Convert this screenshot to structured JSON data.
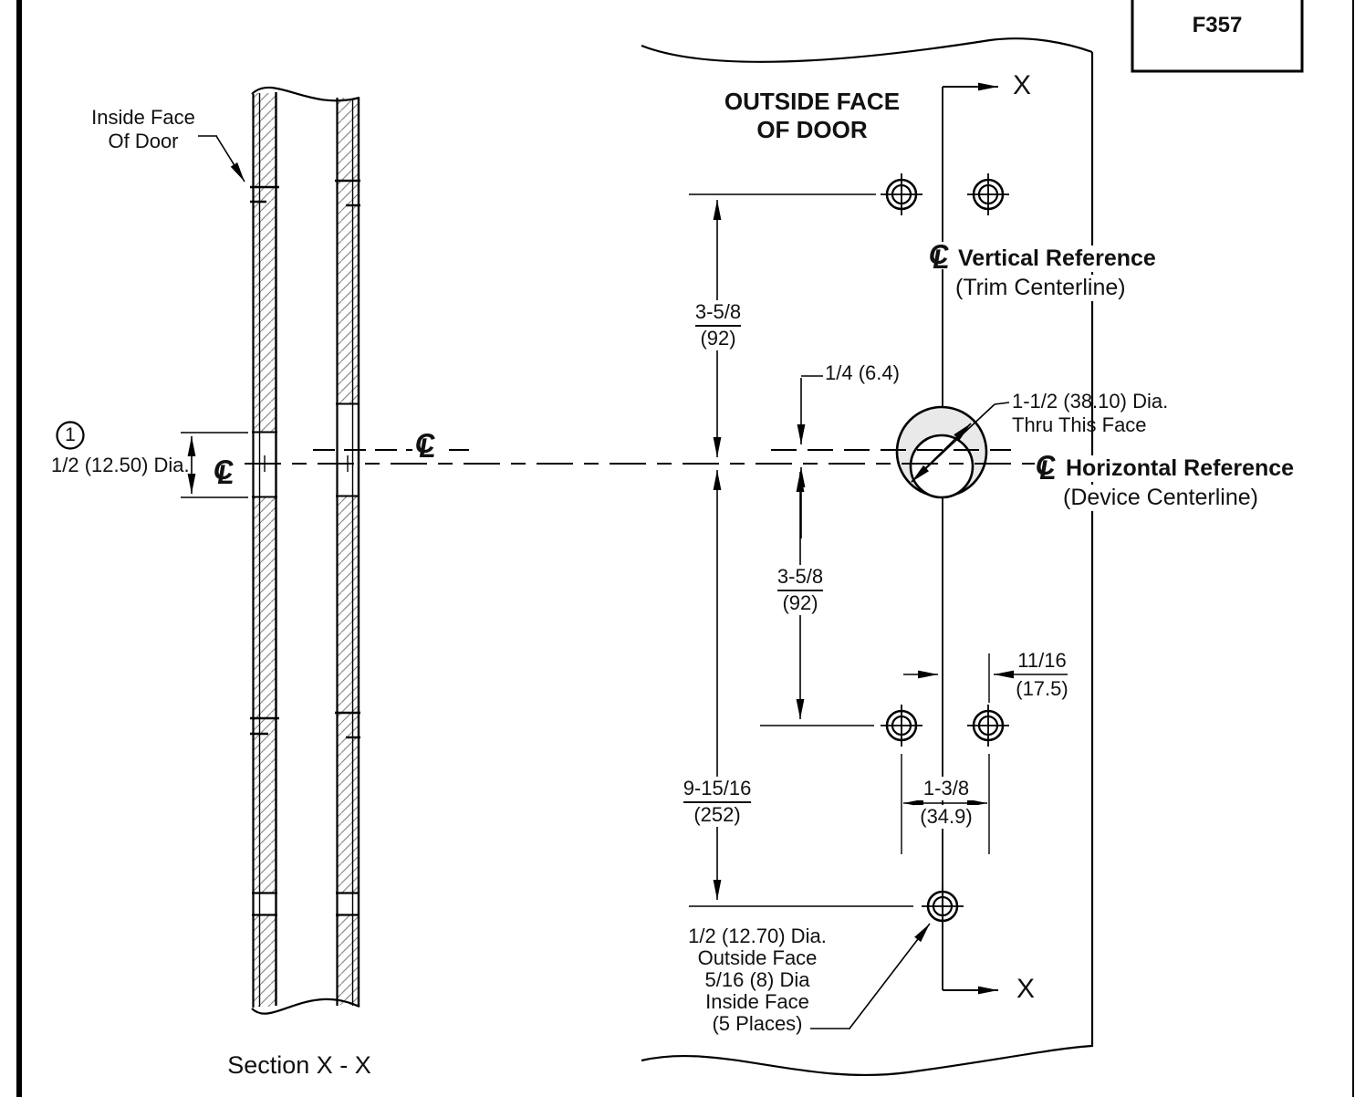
{
  "page": {
    "template_code": "F357"
  },
  "colors": {
    "device_hole_fill": "#e9e9e9",
    "line": "#000000"
  },
  "symbols": {
    "centerline_c": "C",
    "centerline_l": "L"
  },
  "section_view": {
    "title": "Section X - X",
    "inside_face_note": {
      "line1": "Inside Face",
      "line2": "Of Door"
    },
    "balloon_label": "1",
    "balloon_hole_callout": "1/2 (12.50) Dia."
  },
  "face_view": {
    "title": {
      "line1": "OUTSIDE FACE",
      "line2": "OF DOOR"
    },
    "x_axis_label_top": "X",
    "x_axis_label_bottom": "X",
    "vertical_reference": {
      "label": "Vertical Reference",
      "sublabel": "(Trim Centerline)"
    },
    "horizontal_reference": {
      "label": "Horizontal Reference",
      "sublabel": "(Device Centerline)"
    },
    "device_hole_callout": {
      "line1": "1-1/2 (38.10) Dia.",
      "line2": "Thru This Face"
    },
    "mounting_hole_note": {
      "line1": "1/2 (12.70) Dia.",
      "line2": "Outside Face",
      "line3": "5/16 (8) Dia",
      "line4": "Inside Face",
      "line5": "(5 Places)"
    }
  },
  "dimensions": {
    "top_spacing": {
      "inch": "3-5/8",
      "mm": "(92)"
    },
    "offset": "1/4 (6.4)",
    "mid_spacing": {
      "inch": "3-5/8",
      "mm": "(92)"
    },
    "lower_spacing": {
      "inch": "9-15/16",
      "mm": "(252)"
    },
    "horizontal_offset": {
      "inch": "11/16",
      "mm": "(17.5)"
    },
    "hole_spacing": {
      "inch": "1-3/8",
      "mm": "(34.9)"
    }
  }
}
